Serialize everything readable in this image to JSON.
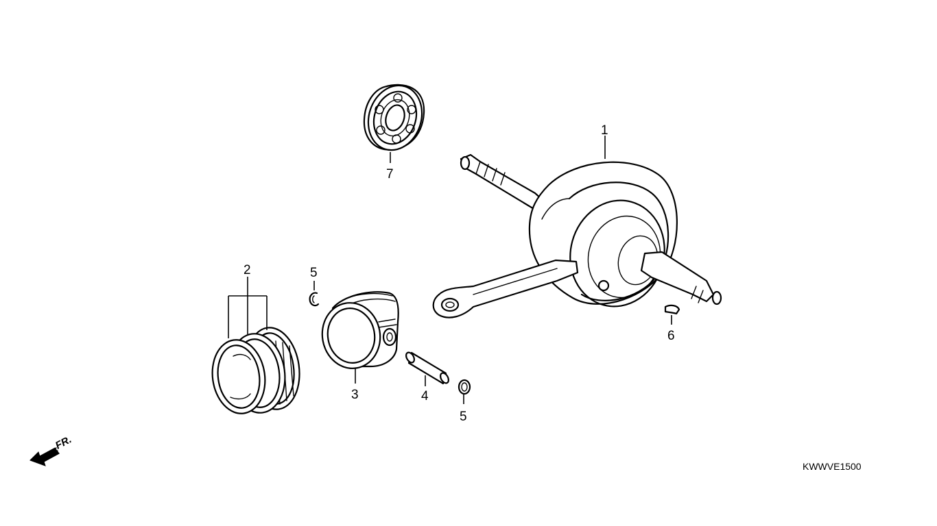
{
  "callouts": {
    "crankshaft": "1",
    "piston_rings": "2",
    "piston": "3",
    "piston_pin": "4",
    "clip_left": "5",
    "clip_right": "5",
    "woodruff_key": "6",
    "bearing": "7"
  },
  "direction_marker": "FR.",
  "diagram_code": "KWWVE1500"
}
